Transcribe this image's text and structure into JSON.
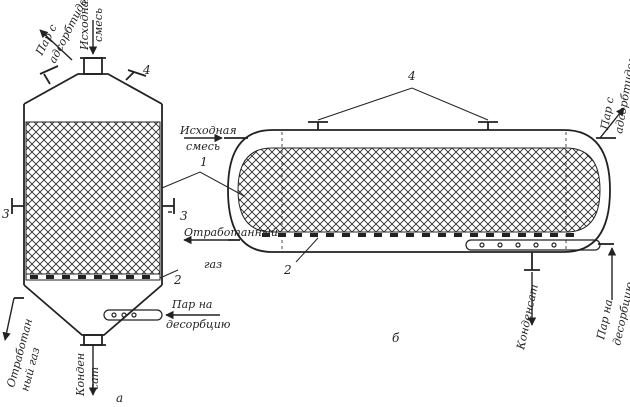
{
  "labels": {
    "vapor_with_adsorbate": [
      "Пар с",
      "адсорбтидом"
    ],
    "initial_mixture": [
      "Исходная",
      "смесь"
    ],
    "exhaust_gas_b": [
      "Отработанный",
      "газ"
    ],
    "exhaust_gas_a": [
      "Отработан",
      "ный газ"
    ],
    "steam_desorption": [
      "Пар на",
      "десорбцию"
    ],
    "condensate": [
      "Конден",
      "сат"
    ],
    "condensate_b": "Конденсат",
    "steam_desorption_b": [
      "Пар на",
      "десорбцию"
    ],
    "vapor_with_adsorbate_b": [
      "Пар с",
      "адсорбтидом"
    ],
    "initial_mixture_b": [
      "Исходная",
      "смесь"
    ]
  },
  "numbers": {
    "n1": "1",
    "n2a": "2",
    "n2b": "2",
    "n3a": "3",
    "n3b": "3",
    "n4a": "4",
    "n4b": "4"
  },
  "captions": {
    "a": "а",
    "b": "б"
  },
  "colors": {
    "ink": "#222222",
    "background": "#ffffff"
  }
}
